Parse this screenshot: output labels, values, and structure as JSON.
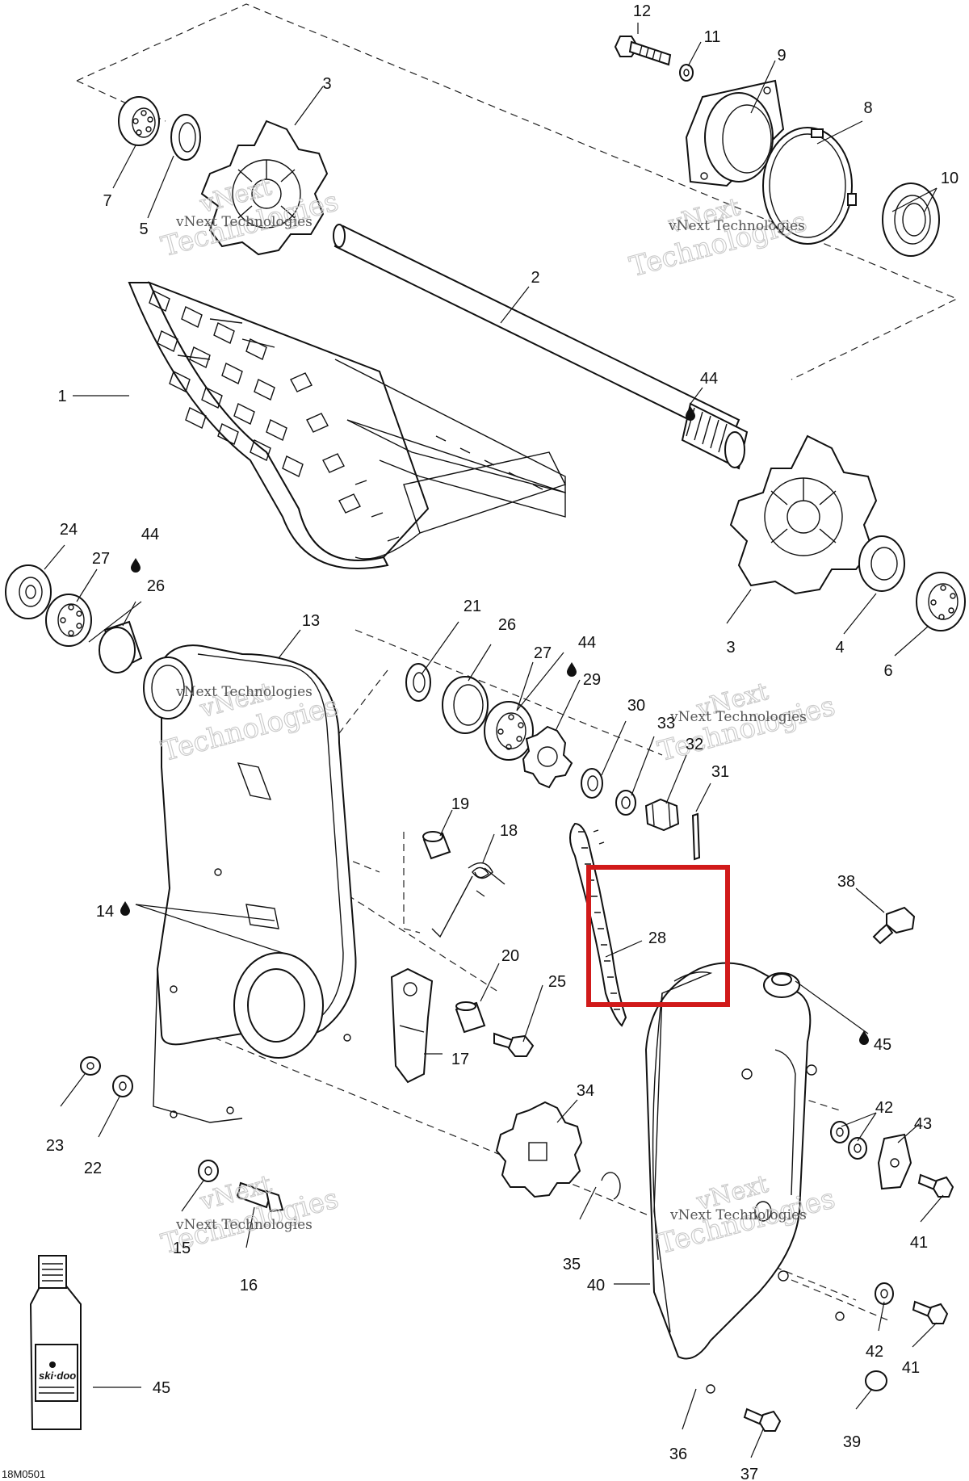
{
  "reference_code": "18M0501",
  "watermark": {
    "line1": "vNext",
    "line2": "Technologies",
    "small": "vNext Technologies"
  },
  "labels": {
    "p1": "1",
    "p2": "2",
    "p3a": "3",
    "p3b": "3",
    "p4": "4",
    "p5": "5",
    "p6": "6",
    "p7": "7",
    "p8": "8",
    "p9": "9",
    "p10": "10",
    "p11": "11",
    "p12": "12",
    "p13": "13",
    "p14": "14",
    "p15": "15",
    "p16": "16",
    "p17": "17",
    "p18": "18",
    "p19": "19",
    "p20": "20",
    "p21": "21",
    "p22": "22",
    "p23": "23",
    "p24": "24",
    "p25": "25",
    "p26a": "26",
    "p26b": "26",
    "p27a": "27",
    "p27b": "27",
    "p28": "28",
    "p29": "29",
    "p30": "30",
    "p31": "31",
    "p32": "32",
    "p33": "33",
    "p34": "34",
    "p35": "35",
    "p36": "36",
    "p37": "37",
    "p38": "38",
    "p39": "39",
    "p40": "40",
    "p41a": "41",
    "p41b": "41",
    "p42a": "42",
    "p42b": "42",
    "p43": "43",
    "p44a": "44",
    "p44b": "44",
    "p44c": "44",
    "p45a": "45",
    "p45b": "45"
  },
  "highlight": {
    "part": "28",
    "color": "#d11a1a"
  }
}
